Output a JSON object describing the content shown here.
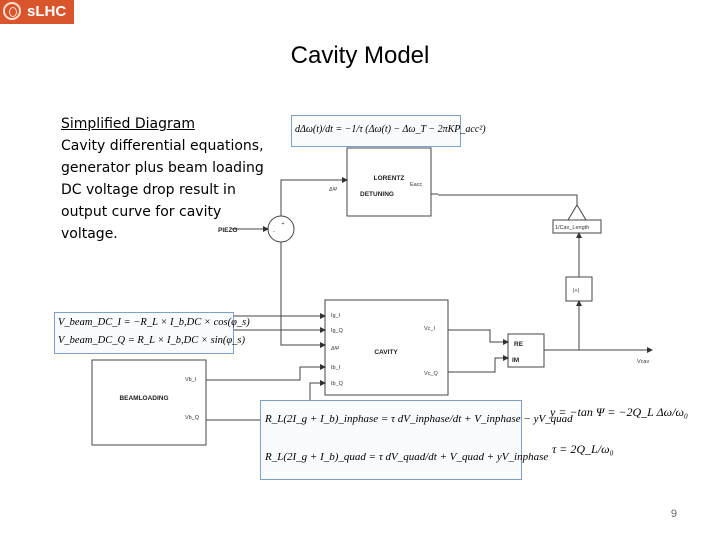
{
  "logo": {
    "text": "sLHC"
  },
  "title": "Cavity Model",
  "description": {
    "heading": "Simplified Diagram",
    "lines": [
      "Cavity differential equations,",
      "generator plus beam loading",
      "DC voltage drop result in",
      "output curve for cavity",
      "voltage."
    ]
  },
  "blocks": {
    "lorentz": {
      "line1": "LORENTZ",
      "line2": "DETUNING",
      "in_left": "ΔΨ",
      "in_right": "Eacc"
    },
    "piezo": "PIEZO",
    "sum": {
      "plus": "+",
      "minus": "-"
    },
    "cav_length": "1/Cav_Length",
    "abs": "|+|",
    "cavity": {
      "label": "CAVITY",
      "in1": "Ig_I",
      "in2": "Ig_Q",
      "in3": "ΔΨ",
      "in4": "Ib_I",
      "in5": "Ib_Q",
      "out1": "Vc_I",
      "out2": "Vc_Q"
    },
    "reim": {
      "re": "RE",
      "im": "IM"
    },
    "vcav": "Vcav",
    "beamloading": {
      "label": "BEAMLOADING",
      "out1": "Vb_I",
      "out2": "Vb_Q"
    }
  },
  "equations": {
    "lorentz": "dΔω(t)/dt = −1/τ (Δω(t) − Δω_T − 2πKP_acc²)",
    "vbeam_i": "V_beam_DC_I = −R_L × I_b,DC × cos(φ_s)",
    "vbeam_q": "V_beam_DC_Q = R_L × I_b,DC × sin(φ_s)",
    "cavity_inphase": "R_L(2I_g + I_b)_inphase = τ dV_inphase/dt + V_inphase − yV_quad",
    "cavity_quad": "R_L(2I_g + I_b)_quad = τ dV_quad/dt + V_quad + yV_inphase",
    "detune": "y = −tan Ψ = −2Q_L Δω/ω₀",
    "tau": "τ = 2Q_L/ω₀"
  },
  "page_number": "9"
}
